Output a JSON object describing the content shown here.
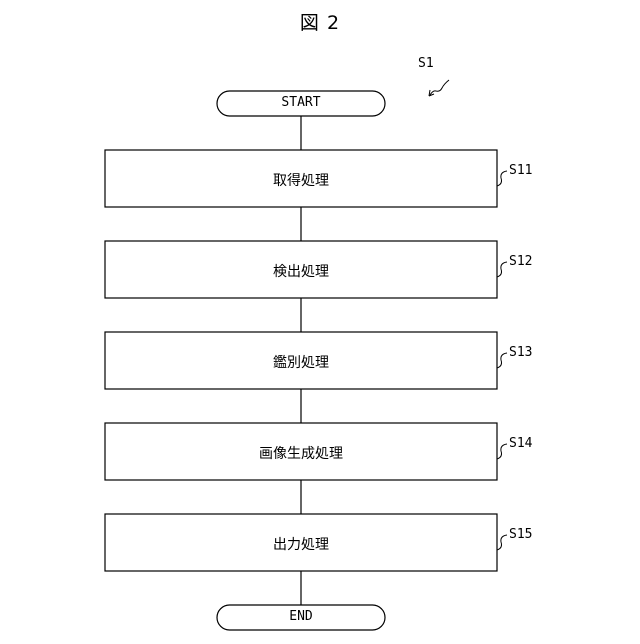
{
  "figure": {
    "title": "図 2"
  },
  "flowchart": {
    "ref": "S1",
    "start": "START",
    "end": "END",
    "steps": [
      {
        "ref": "S11",
        "label": "取得処理"
      },
      {
        "ref": "S12",
        "label": "検出処理"
      },
      {
        "ref": "S13",
        "label": "鑑別処理"
      },
      {
        "ref": "S14",
        "label": "画像生成処理"
      },
      {
        "ref": "S15",
        "label": "出力処理"
      }
    ]
  }
}
